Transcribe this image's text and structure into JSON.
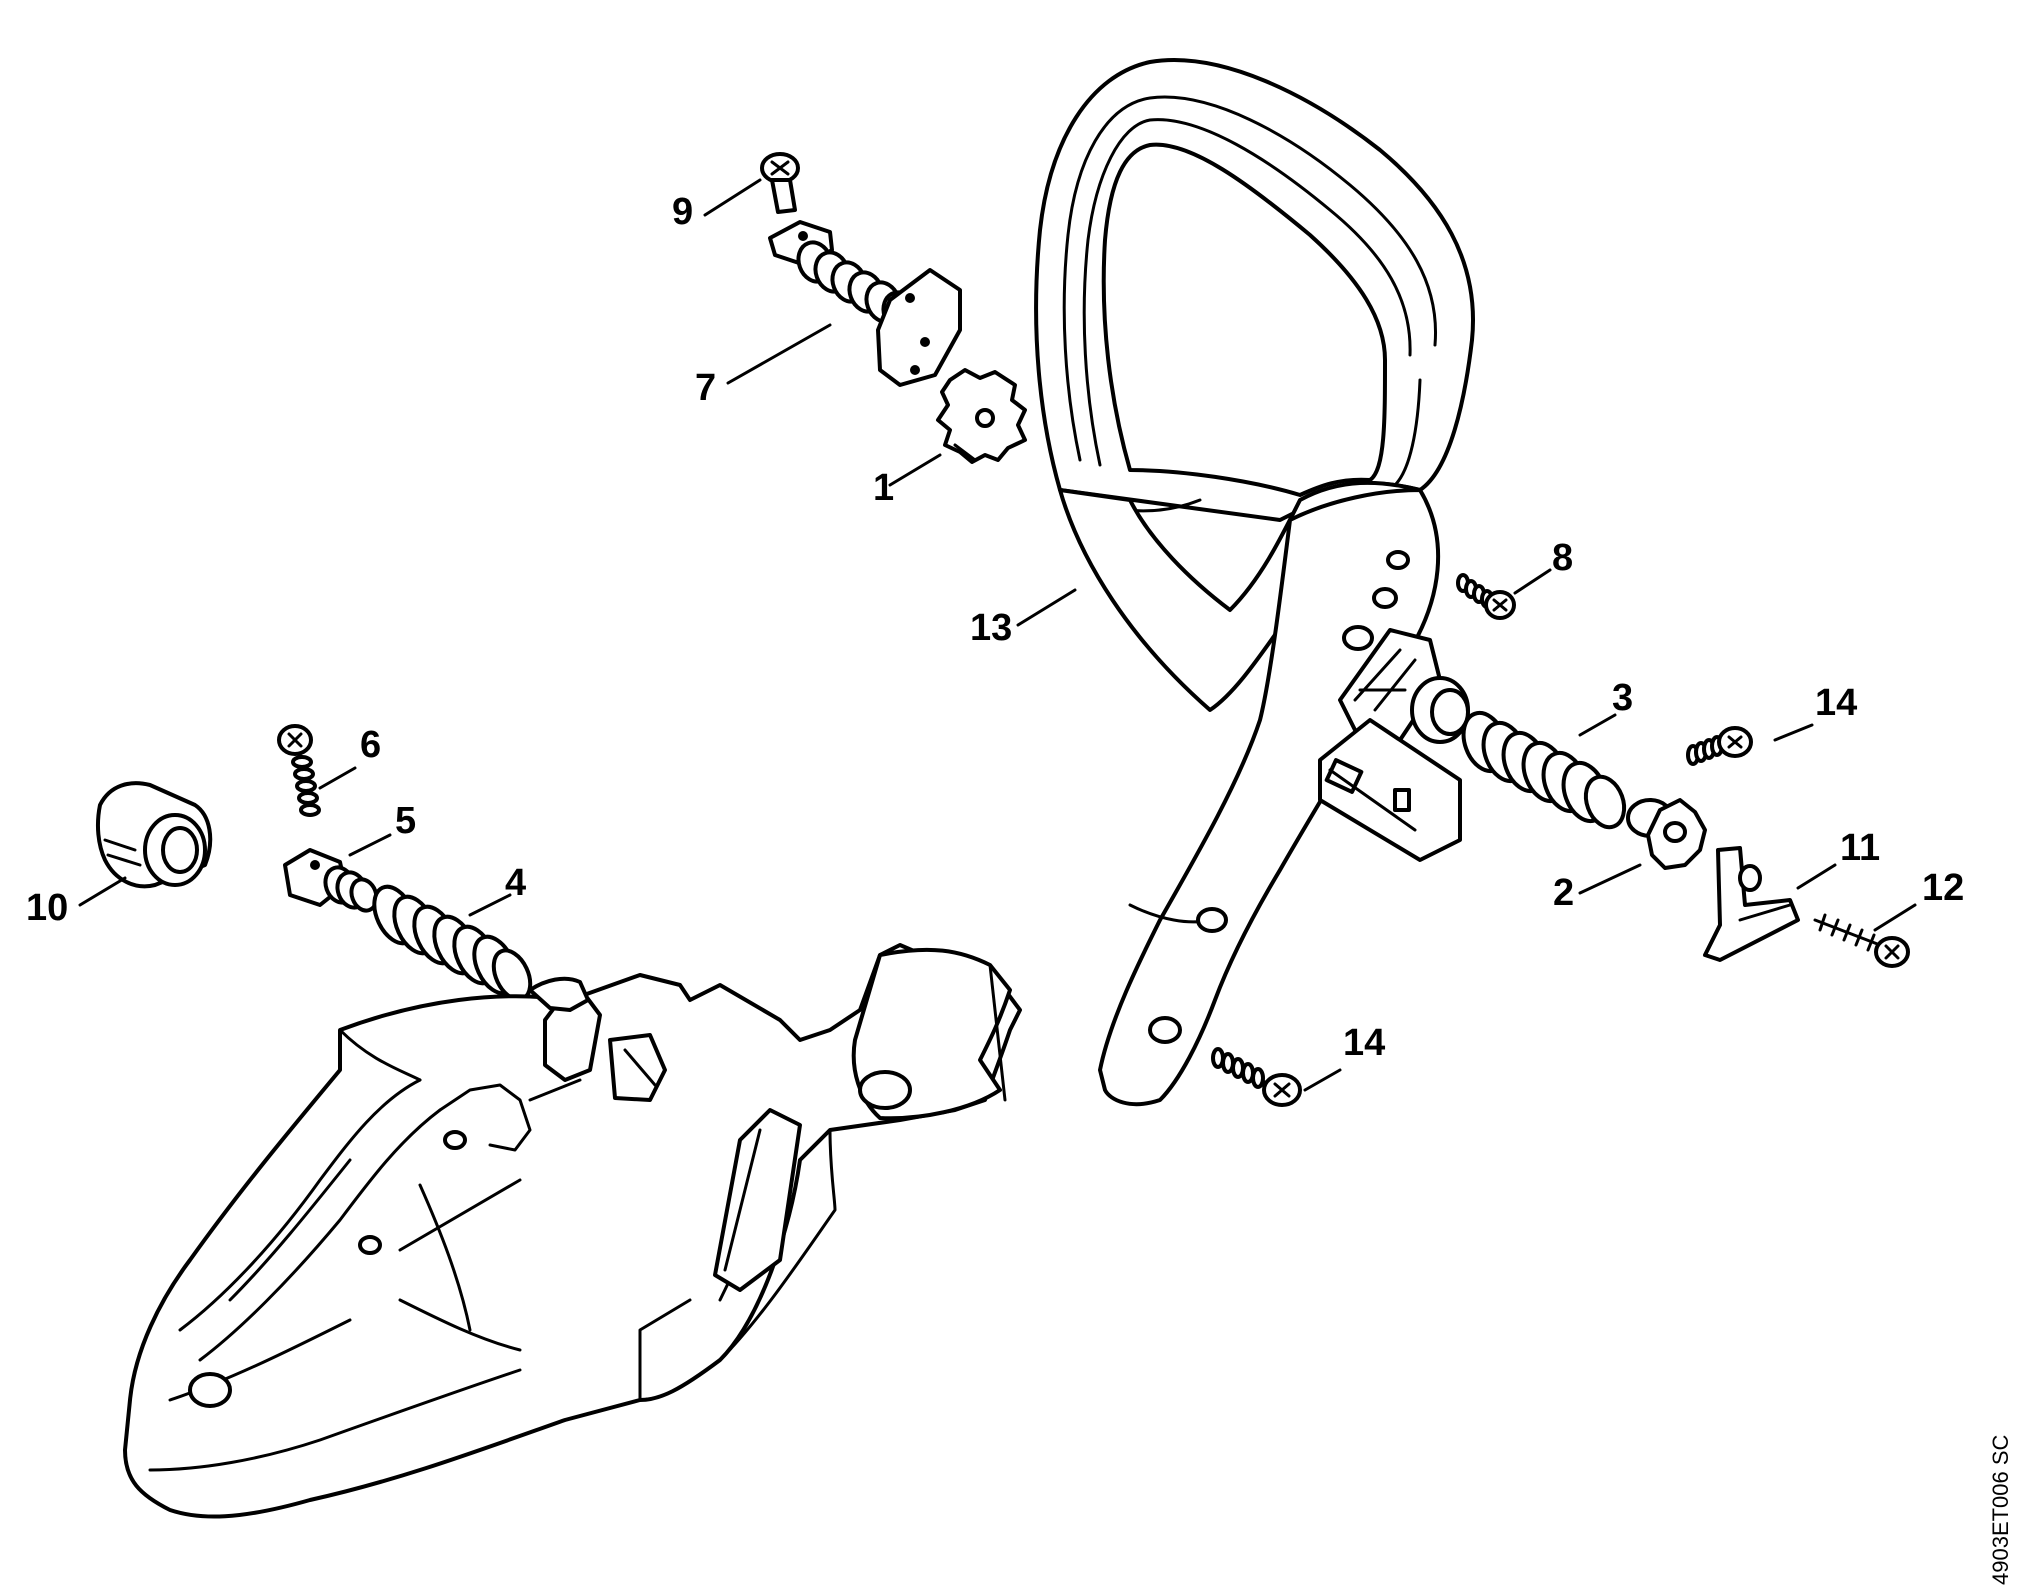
{
  "diagram": {
    "callouts": [
      "1",
      "2",
      "3",
      "4",
      "5",
      "6",
      "7",
      "8",
      "9",
      "10",
      "11",
      "12",
      "13",
      "14",
      "14"
    ],
    "drawing_number": "4903ET006 SC"
  },
  "colors": {
    "line": "#000000",
    "background": "#ffffff"
  }
}
